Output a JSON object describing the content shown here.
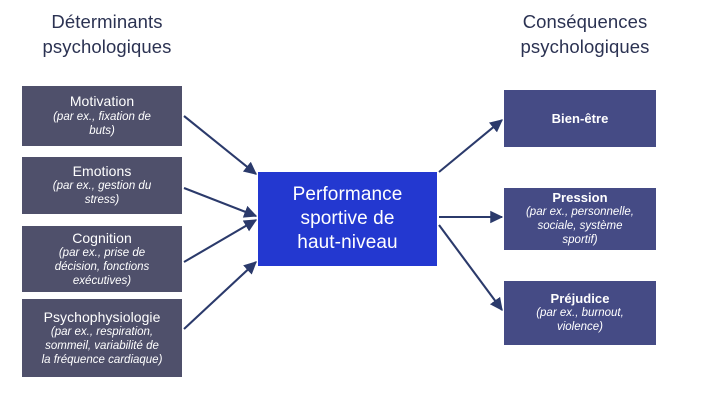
{
  "diagram": {
    "title": "Performance sportive de haut-niveau",
    "background_color": "#ffffff",
    "colors": {
      "heading_text": "#2B3252",
      "determinant_box": "#4F506B",
      "consequence_box": "#454B85",
      "center_box": "#2338D0",
      "arrow": "#2B3A6B",
      "box_text": "#ffffff"
    }
  },
  "headings": {
    "left": "Déterminants\npsychologiques",
    "right": "Conséquences\npsychologiques"
  },
  "determinants": [
    {
      "title": "Motivation",
      "sub": "(par ex., fixation de\nbuts)"
    },
    {
      "title": "Emotions",
      "sub": "(par ex., gestion du\nstress)"
    },
    {
      "title": "Cognition",
      "sub": "(par ex., prise de\ndécision, fonctions\nexécutives)"
    },
    {
      "title": "Psychophysiologie",
      "sub": "(par ex., respiration,\nsommeil, variabilité de\nla fréquence cardiaque)"
    }
  ],
  "center": {
    "title": "Performance\nsportive de\nhaut-niveau"
  },
  "consequences": [
    {
      "title": "Bien-être",
      "sub": ""
    },
    {
      "title": "Pression",
      "sub": "(par ex., personnelle,\nsociale, système\nsportif)"
    },
    {
      "title": "Préjudice",
      "sub": "(par ex., burnout,\nviolence)"
    }
  ],
  "arrows": {
    "count": 7,
    "direction": "determinants-to-center-to-consequences"
  }
}
